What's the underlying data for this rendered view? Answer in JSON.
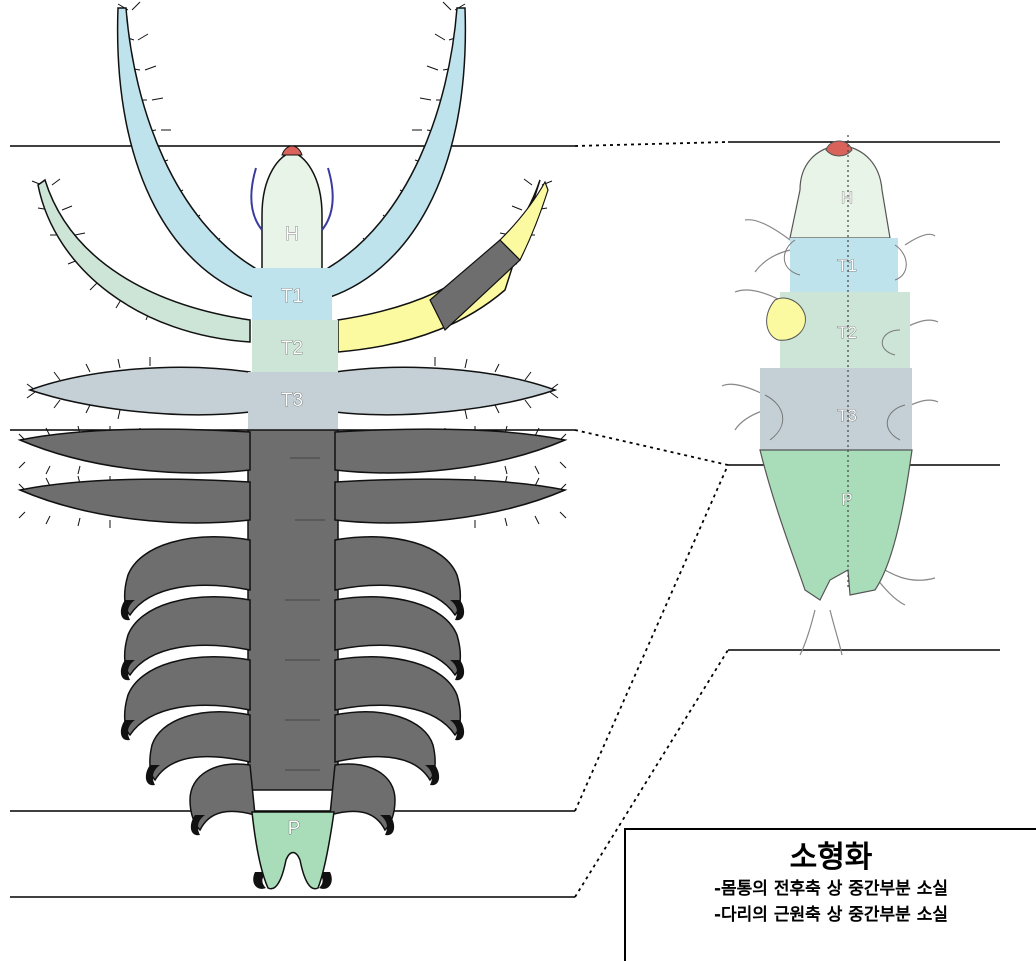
{
  "labels": {
    "left": {
      "h": "H",
      "t1": "T1",
      "t2": "T2",
      "t3": "T3",
      "p": "P"
    },
    "right": {
      "h": "H",
      "t1": "T1",
      "t2": "T2",
      "t3": "T3",
      "p": "P"
    }
  },
  "caption": {
    "title": "소형화",
    "line1": "-몸통의 전후축 상 중간부분 소실",
    "line2": "-다리의 근원축 상 중간부분 소실"
  },
  "colors": {
    "head": "#e8f4e8",
    "t1_light_blue": "#bfe3ec",
    "t2_pale_green": "#cde5d6",
    "t3_gray_blue": "#c4d0d6",
    "abdomen_dark_gray": "#6e6e6e",
    "pygidium_green": "#a9dcb8",
    "yellow_leg": "#fbfaa0",
    "red_tip": "#d9635a",
    "dark_purple_spine": "#3a3aa0"
  }
}
